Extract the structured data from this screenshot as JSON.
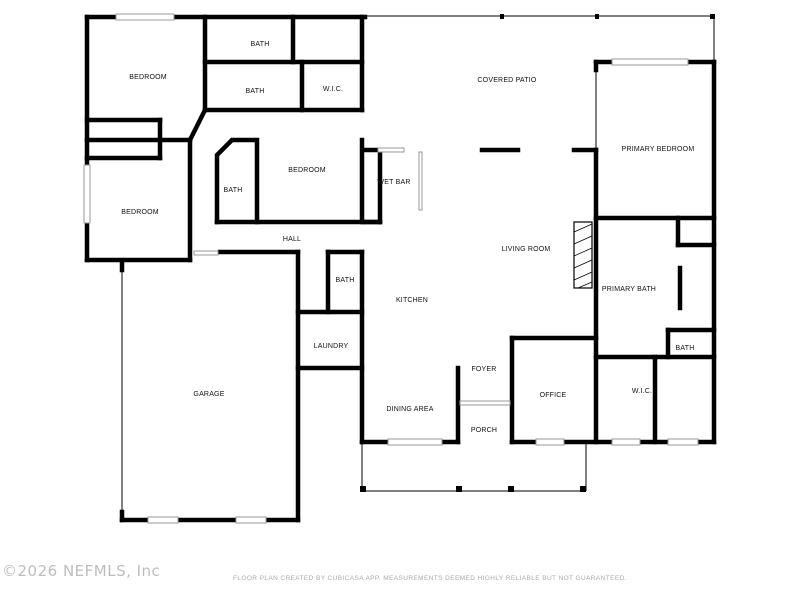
{
  "rooms": {
    "bedroom_1": "BEDROOM",
    "bath_1": "BATH",
    "bath_2": "BATH",
    "wic_1": "W.I.C.",
    "covered_patio": "COVERED PATIO",
    "primary_bedroom": "PRIMARY BEDROOM",
    "bedroom_2": "BEDROOM",
    "bath_3": "BATH",
    "wet_bar": "WET BAR",
    "bedroom_3": "BEDROOM",
    "hall": "HALL",
    "living_room": "LIVING ROOM",
    "bath_4": "BATH",
    "primary_bath": "PRIMARY BATH",
    "kitchen": "KITCHEN",
    "laundry": "LAUNDRY",
    "bath_5": "BATH",
    "foyer": "FOYER",
    "garage": "GARAGE",
    "office": "OFFICE",
    "wic_2": "W.I.C.",
    "dining_area": "DINING AREA",
    "porch": "PORCH"
  },
  "watermark": "©2026 NEFMLS, Inc",
  "credit": "FLOOR PLAN CREATED BY CUBICASA APP. MEASUREMENTS DEEMED HIGHLY RELIABLE BUT NOT GUARANTEED."
}
